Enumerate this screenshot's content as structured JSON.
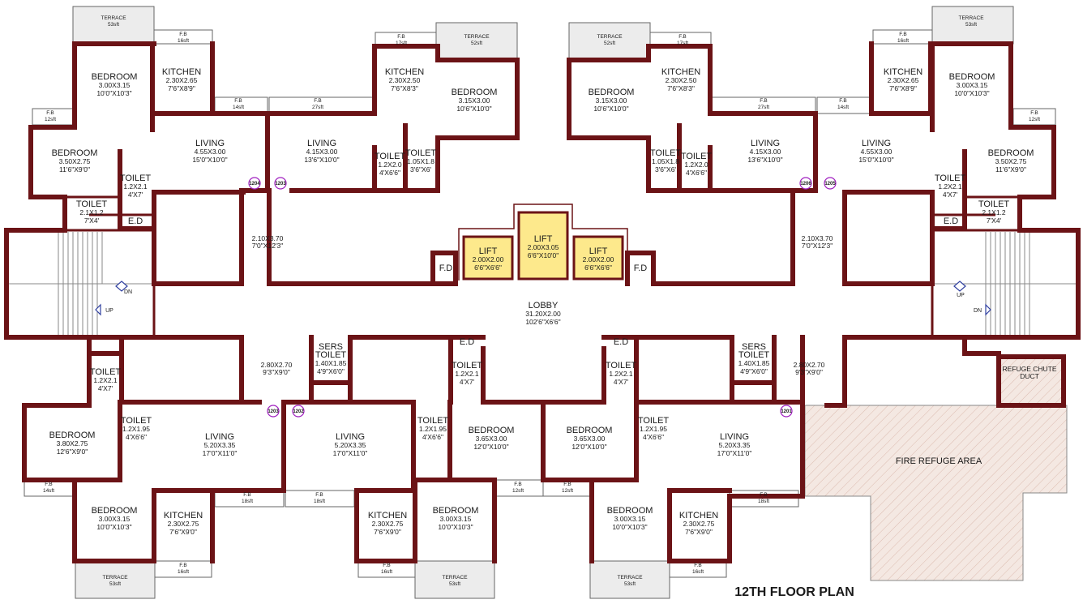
{
  "title": "12TH FLOOR PLAN",
  "colors": {
    "wall": "#6b1316",
    "lift": "#fde98c",
    "refuge": "#f2e6e0",
    "door_tag": "#a020c0"
  },
  "icons": [
    "stair-up-arrow-icon",
    "stair-down-arrow-icon"
  ],
  "rooms": {
    "tl_terrace": [
      "TERRACE",
      "53sft"
    ],
    "tl_fb_top": [
      "F.B",
      "16sft"
    ],
    "tl_bedroom1": [
      "BEDROOM",
      "3.00X3.15",
      "10'0\"X10'3\""
    ],
    "tl_kitchen": [
      "KITCHEN",
      "2.30X2.65",
      "7'6\"X8'9\""
    ],
    "tl_fb_left": [
      "F.B",
      "12sft"
    ],
    "tl_fb_mid": [
      "F.B",
      "14sft"
    ],
    "tl_bedroom2": [
      "BEDROOM",
      "3.50X2.75",
      "11'6\"X9'0\""
    ],
    "tl_living": [
      "LIVING",
      "4.55X3.00",
      "15'0\"X10'0\""
    ],
    "tl_toilet1": [
      "TOILET",
      "1.2X2.1",
      "4'X7'"
    ],
    "tl_toilet2": [
      "TOILET",
      "2.1X1.2",
      "7'X4'"
    ],
    "tl_ed": [
      "E.D"
    ],
    "tl_hall": [
      "2.10X3.70",
      "7'0\"X12'3\""
    ],
    "tc1_fb_top": [
      "F.B",
      "17sft"
    ],
    "tc1_terrace": [
      "TERRACE",
      "52sft"
    ],
    "tc1_kitchen": [
      "KITCHEN",
      "2.30X2.50",
      "7'6\"X8'3\""
    ],
    "tc1_bedroom": [
      "BEDROOM",
      "3.15X3.00",
      "10'6\"X10'0\""
    ],
    "tc1_fb": [
      "F.B",
      "27sft"
    ],
    "tc1_living": [
      "LIVING",
      "4.15X3.00",
      "13'6\"X10'0\""
    ],
    "tc1_toilet1": [
      "TOILET",
      "1.2X2.0",
      "4'X6'6\""
    ],
    "tc1_toilet2": [
      "TOILET",
      "1.05X1.8",
      "3'6\"X6'"
    ],
    "lift1": [
      "LIFT",
      "2.00X2.00",
      "6'6\"X6'6\""
    ],
    "lift2": [
      "LIFT",
      "2.00X3.05",
      "6'6\"X10'0\""
    ],
    "lift3": [
      "LIFT",
      "2.00X2.00",
      "6'6\"X6'6\""
    ],
    "fd1": [
      "F.D"
    ],
    "fd2": [
      "F.D"
    ],
    "lobby": [
      "LOBBY",
      "31.20X2.00",
      "102'6\"X6'6\""
    ],
    "tc2_terrace": [
      "TERRACE",
      "52sft"
    ],
    "tc2_fb_top": [
      "F.B",
      "17sft"
    ],
    "tc2_kitchen": [
      "KITCHEN",
      "2.30X2.50",
      "7'6\"X8'3\""
    ],
    "tc2_bedroom": [
      "BEDROOM",
      "3.15X3.00",
      "10'6\"X10'0\""
    ],
    "tc2_fb": [
      "F.B",
      "27sft"
    ],
    "tc2_living": [
      "LIVING",
      "4.15X3.00",
      "13'6\"X10'0\""
    ],
    "tc2_toilet1": [
      "TOILET",
      "1.05X1.8",
      "3'6\"X6'"
    ],
    "tc2_toilet2": [
      "TOILET",
      "1.2X2.0",
      "4'X6'6\""
    ],
    "tr_terrace": [
      "TERRACE",
      "53sft"
    ],
    "tr_fb_top": [
      "F.B",
      "16sft"
    ],
    "tr_kitchen": [
      "KITCHEN",
      "2.30X2.65",
      "7'6\"X8'9\""
    ],
    "tr_bedroom1": [
      "BEDROOM",
      "3.00X3.15",
      "10'0\"X10'3\""
    ],
    "tr_fb_mid": [
      "F.B",
      "14sft"
    ],
    "tr_fb_right": [
      "F.B",
      "12sft"
    ],
    "tr_living": [
      "LIVING",
      "4.55X3.00",
      "15'0\"X10'0\""
    ],
    "tr_bedroom2": [
      "BEDROOM",
      "3.50X2.75",
      "11'6\"X9'0\""
    ],
    "tr_toilet1": [
      "TOILET",
      "1.2X2.1",
      "4'X7'"
    ],
    "tr_toilet2": [
      "TOILET",
      "2.1X1.2",
      "7'X4'"
    ],
    "tr_ed": [
      "E.D"
    ],
    "tr_hall": [
      "2.10X3.70",
      "7'0\"X12'3\""
    ],
    "bl_toilet1": [
      "TOILET",
      "1.2X2.1",
      "4'X7'"
    ],
    "bl_bedroom1": [
      "BEDROOM",
      "3.80X2.75",
      "12'6\"X9'0\""
    ],
    "bl_toilet2": [
      "TOILET",
      "1.2X1.95",
      "4'X6'6\""
    ],
    "bl_living": [
      "LIVING",
      "5.20X3.35",
      "17'0\"X11'0\""
    ],
    "bl_hall": [
      "2.80X2.70",
      "9'3\"X9'0\""
    ],
    "bl_fb_left": [
      "F.B",
      "14sft"
    ],
    "bl_bedroom2": [
      "BEDROOM",
      "3.00X3.15",
      "10'0\"X10'3\""
    ],
    "bl_kitchen": [
      "KITCHEN",
      "2.30X2.75",
      "7'6\"X9'0\""
    ],
    "bl_fb_mid": [
      "F.B",
      "18sft"
    ],
    "bl_terrace": [
      "TERRACE",
      "53sft"
    ],
    "bl_fb_bot": [
      "F.B",
      "16sft"
    ],
    "sers1": [
      "SERS",
      "TOILET",
      "1.40X1.85",
      "4'9\"X6'0\""
    ],
    "ed_b1": [
      "E.D"
    ],
    "ed_b2": [
      "E.D"
    ],
    "bc1_living": [
      "LIVING",
      "5.20X3.35",
      "17'0\"X11'0\""
    ],
    "bc1_toilet1": [
      "TOILET",
      "1.2X1.95",
      "4'X6'6\""
    ],
    "bc1_toilet2": [
      "TOILET",
      "1.2X2.1",
      "4'X7'"
    ],
    "bc1_bedroom1": [
      "BEDROOM",
      "3.65X3.00",
      "12'0\"X10'0\""
    ],
    "bc1_fb": [
      "F.B",
      "18sft"
    ],
    "bc1_kitchen": [
      "KITCHEN",
      "2.30X2.75",
      "7'6\"X9'0\""
    ],
    "bc1_bedroom2": [
      "BEDROOM",
      "3.00X3.15",
      "10'0\"X10'3\""
    ],
    "bc1_fb_r": [
      "F.B",
      "12sft"
    ],
    "bc1_fb_bot": [
      "F.B",
      "16sft"
    ],
    "bc1_terrace": [
      "TERRACE",
      "53sft"
    ],
    "bc2_toilet1": [
      "TOILET",
      "1.2X2.1",
      "4'X7'"
    ],
    "bc2_bedroom1": [
      "BEDROOM",
      "3.65X3.00",
      "12'0\"X10'0\""
    ],
    "bc2_fb_l": [
      "F.B",
      "12sft"
    ],
    "bc2_toilet2": [
      "TOILET",
      "1.2X1.95",
      "4'X6'6\""
    ],
    "bc2_living": [
      "LIVING",
      "5.20X3.35",
      "17'0\"X11'0\""
    ],
    "bc2_bedroom2": [
      "BEDROOM",
      "3.00X3.15",
      "10'0\"X10'3\""
    ],
    "bc2_kitchen": [
      "KITCHEN",
      "2.30X2.75",
      "7'6\"X9'0\""
    ],
    "bc2_fb": [
      "F.B",
      "18sft"
    ],
    "bc2_terrace": [
      "TERRACE",
      "53sft"
    ],
    "bc2_fb_bot": [
      "F.B",
      "16sft"
    ],
    "sers2": [
      "SERS",
      "TOILET",
      "1.40X1.85",
      "4'9\"X6'0\""
    ],
    "br_hall": [
      "2.80X2.70",
      "9'3\"X9'0\""
    ],
    "refuge_chute": [
      "REFUGE CHUTE",
      "DUCT"
    ],
    "fire_refuge": [
      "FIRE REFUGE AREA"
    ]
  },
  "stairs": {
    "up": "UP",
    "down": "DN"
  },
  "doors": [
    "1204",
    "1203",
    "1206",
    "1205",
    "1203",
    "1202",
    "1201"
  ]
}
